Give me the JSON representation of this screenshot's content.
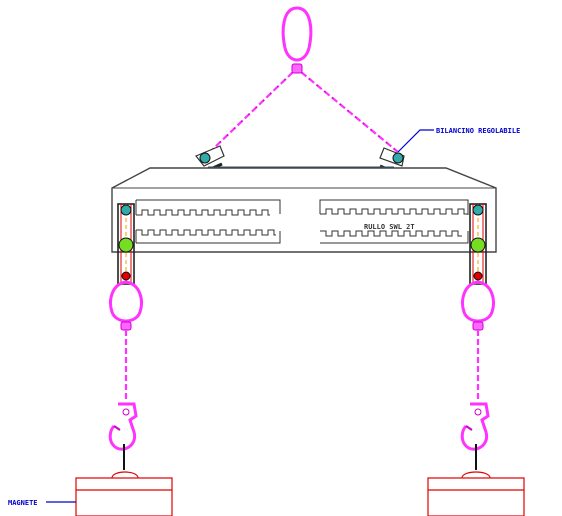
{
  "labels": {
    "bilancino": "BILANCINO REGOLABILE",
    "rulli": "RULLO SWL 2T",
    "magnete": "MAGNETE"
  },
  "colors": {
    "chain": "#ff33ff",
    "leader": "#0000cc",
    "magnet": "#e00000",
    "beam": "#444444",
    "pin_green": "#77dd22",
    "pin_teal": "#33aaaa"
  }
}
